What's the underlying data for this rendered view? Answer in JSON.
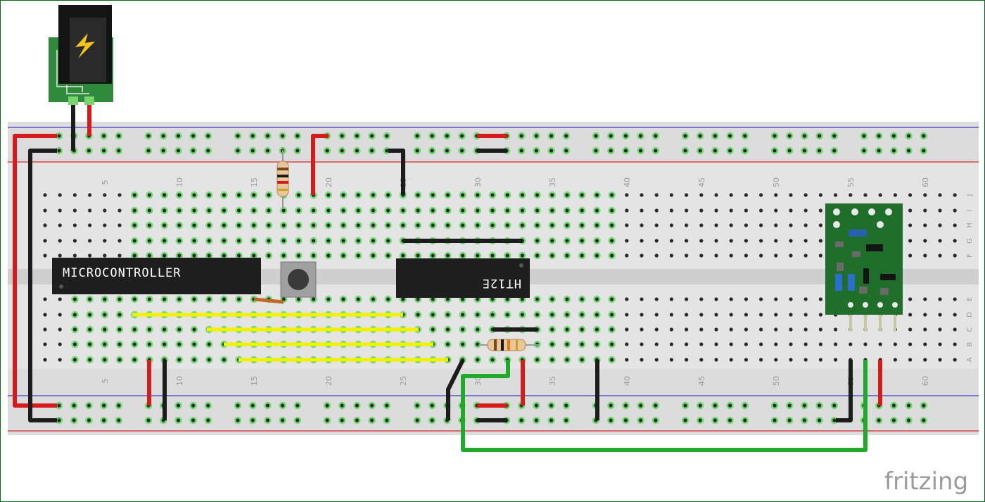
{
  "parts": {
    "microcontroller_label": "MICROCONTROLLER",
    "encoder_label": "HT12E"
  },
  "breadboard": {
    "column_numbers": [
      "5",
      "10",
      "15",
      "20",
      "25",
      "30",
      "35",
      "40",
      "45",
      "50",
      "55",
      "60"
    ],
    "row_letters_top": [
      "J",
      "I",
      "H",
      "G",
      "F"
    ],
    "row_letters_bottom": [
      "E",
      "D",
      "C",
      "B",
      "A"
    ]
  },
  "watermark": "fritzing",
  "colors": {
    "board": "#dcdcdc",
    "rail_red": "#d42a2a",
    "rail_blue": "#3a3ad0",
    "wire_red": "#d41c1c",
    "wire_black": "#1c1c1c",
    "wire_yellow": "#f2f200",
    "wire_green": "#1faa2c",
    "pcb_green": "#1f6f2a"
  }
}
